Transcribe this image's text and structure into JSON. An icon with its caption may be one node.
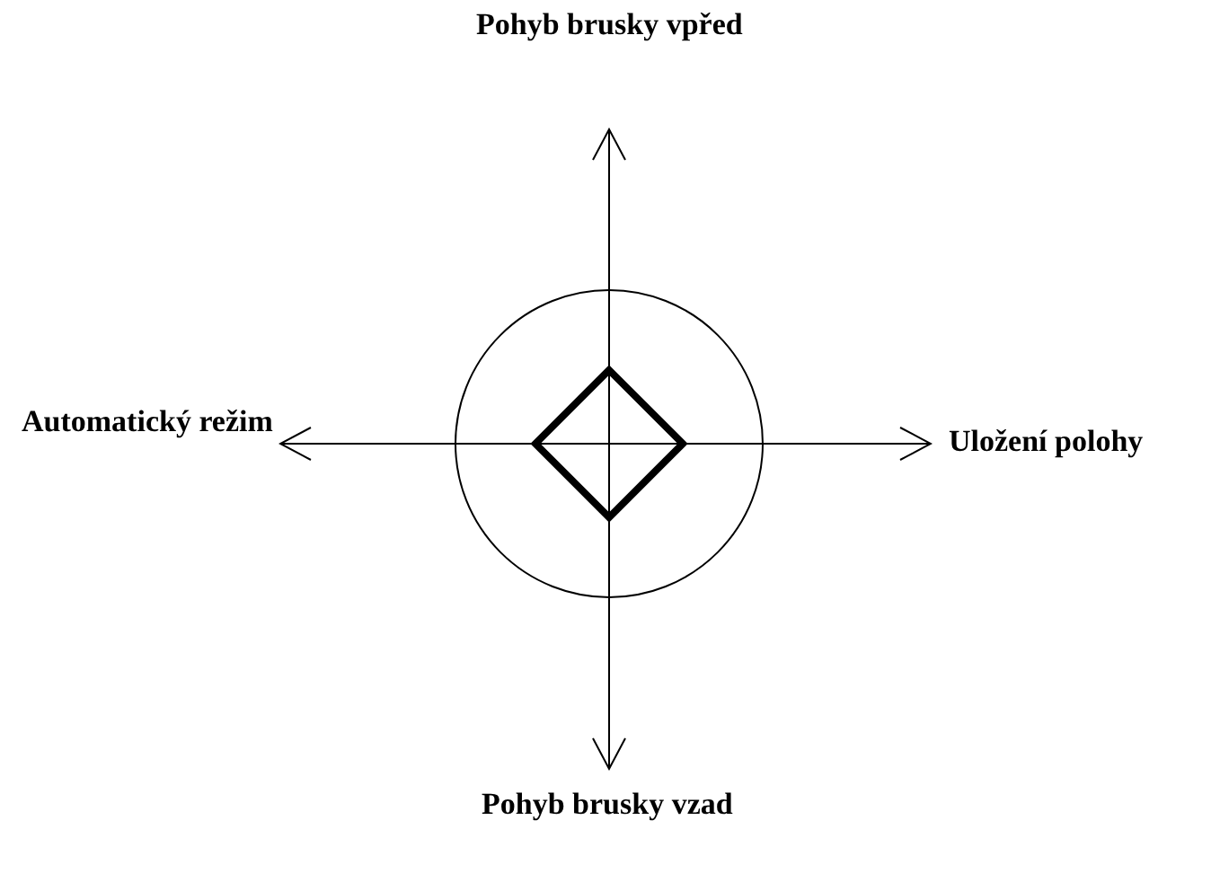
{
  "diagram": {
    "nodes": [
      {
        "text": [],
        "shape": "circle"
      },
      {
        "text": [],
        "shape": "diamond",
        "in": 0
      },
      {
        "text": [
          "Pohyb brusky vpřed"
        ]
      },
      {
        "text": [
          "Automatický režim"
        ]
      },
      {
        "text": [
          "Uložení polohy"
        ]
      },
      {
        "text": [
          "Pohyb brusky vzad"
        ]
      }
    ],
    "edges": [
      {
        "from": 1,
        "to": 2,
        "arrow": "to"
      },
      {
        "from": 1,
        "to": 3,
        "arrow": "to"
      },
      {
        "from": 1,
        "to": 4,
        "arrow": "to"
      },
      {
        "from": 1,
        "to": 5,
        "arrow": "to"
      }
    ]
  }
}
